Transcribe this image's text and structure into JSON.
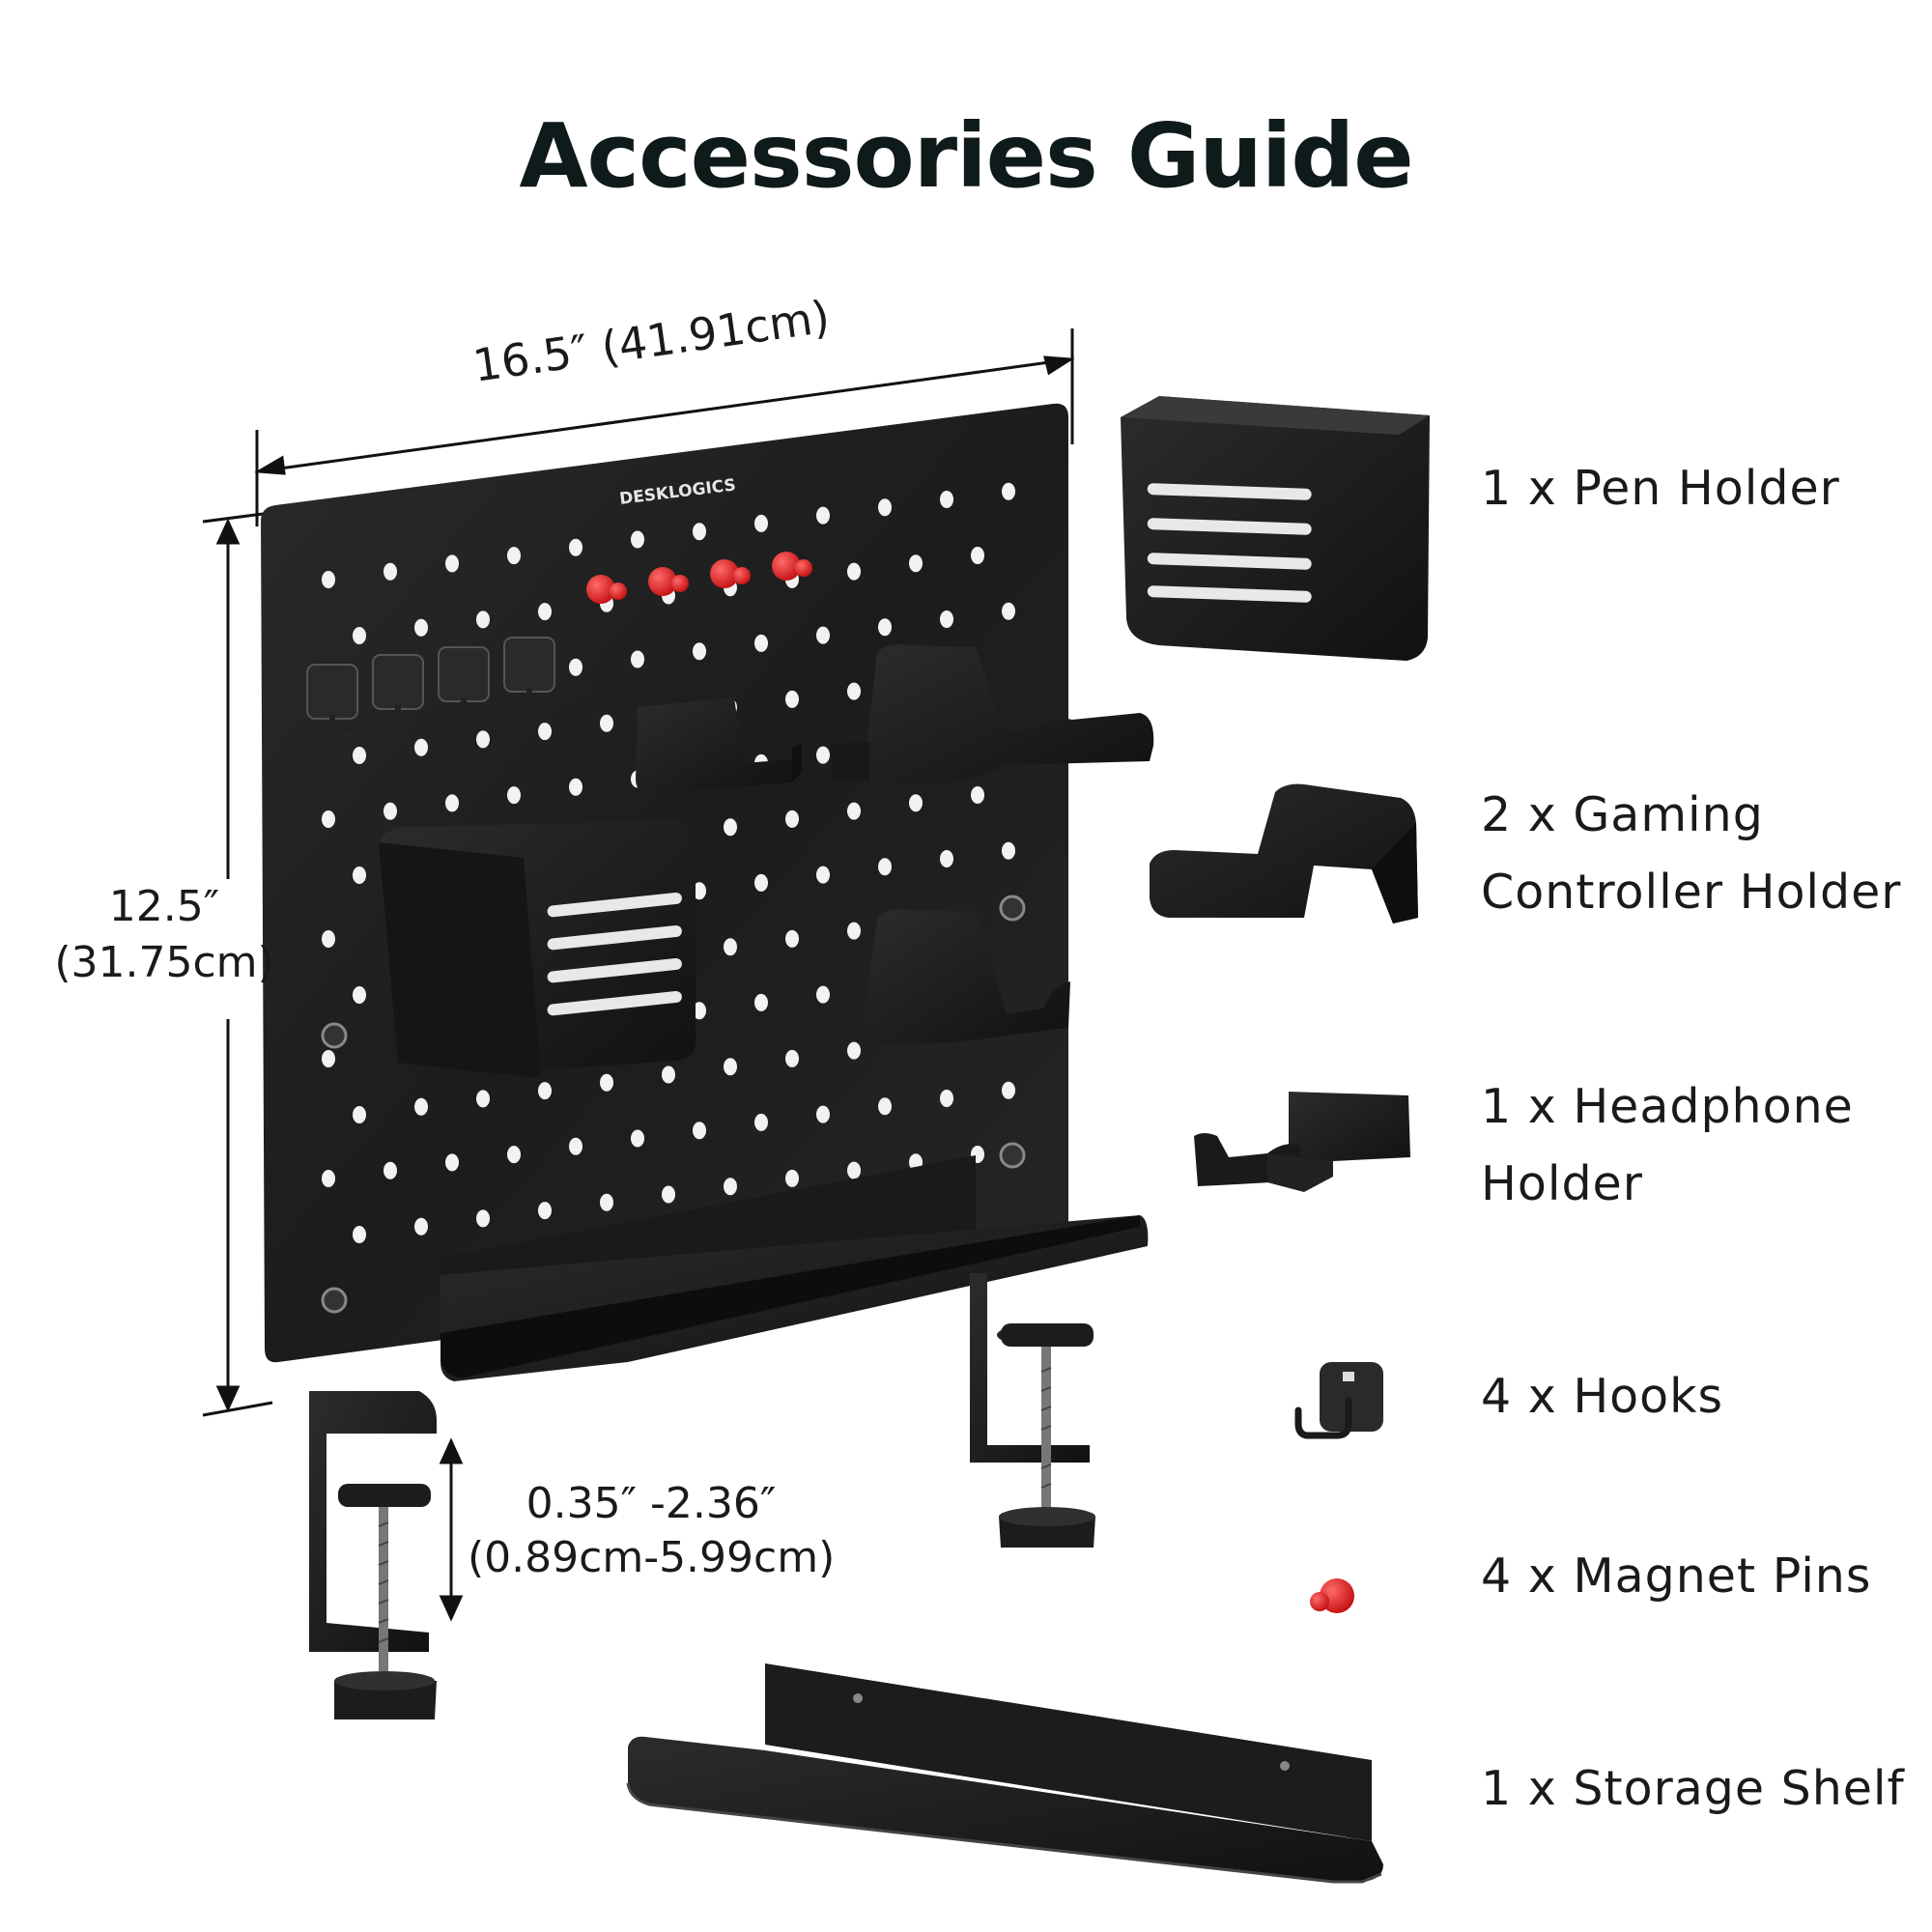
{
  "title": "Accessories Guide",
  "brand": "DESKLOGICS",
  "dimensions": {
    "width": "16.5″ (41.91cm)",
    "height_in": "12.5″",
    "height_cm": "(31.75cm)",
    "clamp_in": "0.35″ -2.36″",
    "clamp_cm": "(0.89cm-5.99cm)"
  },
  "accessories": [
    {
      "line1": "1 x Pen Holder",
      "line2": ""
    },
    {
      "line1": "2 x Gaming",
      "line2": "Controller Holder"
    },
    {
      "line1": "1 x Headphone",
      "line2": "Holder"
    },
    {
      "line1": "4 x Hooks",
      "line2": ""
    },
    {
      "line1": "4 x Magnet Pins",
      "line2": ""
    },
    {
      "line1": "1 x Storage Shelf",
      "line2": ""
    }
  ],
  "colors": {
    "metal": "#1e1e1e",
    "pin": "#e02020",
    "text": "#1a1a1a"
  }
}
